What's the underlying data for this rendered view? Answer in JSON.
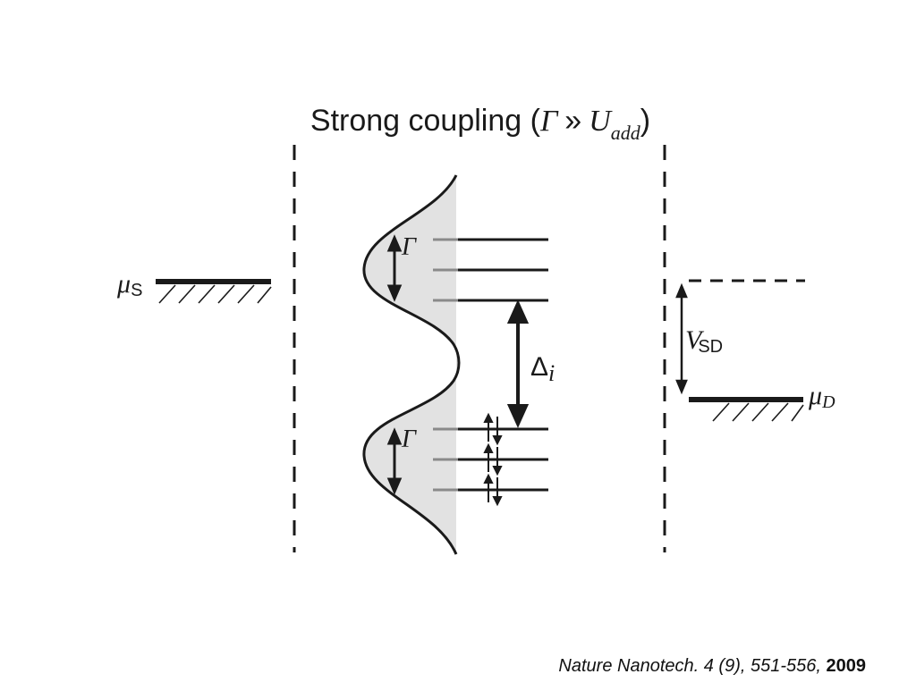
{
  "title": {
    "prefix": "Strong coupling (",
    "gamma": "Γ",
    "relation": "»",
    "u": "U",
    "u_sub": "add",
    "suffix": ")"
  },
  "labels": {
    "mu_s": "μ",
    "mu_s_sub": "S",
    "mu_d": "μ",
    "mu_d_sub": "D",
    "gamma_upper": "Γ",
    "gamma_lower": "Γ",
    "delta": "Δ",
    "delta_sub": "i",
    "v": "V",
    "v_sub": "SD"
  },
  "citation": {
    "reference": "Nature Nanotech. 4 (9), 551-556,",
    "year": "2009"
  },
  "colors": {
    "line": "#1a1a1a",
    "shade": "#e2e2e2",
    "level_stub": "#8a8a8a"
  }
}
